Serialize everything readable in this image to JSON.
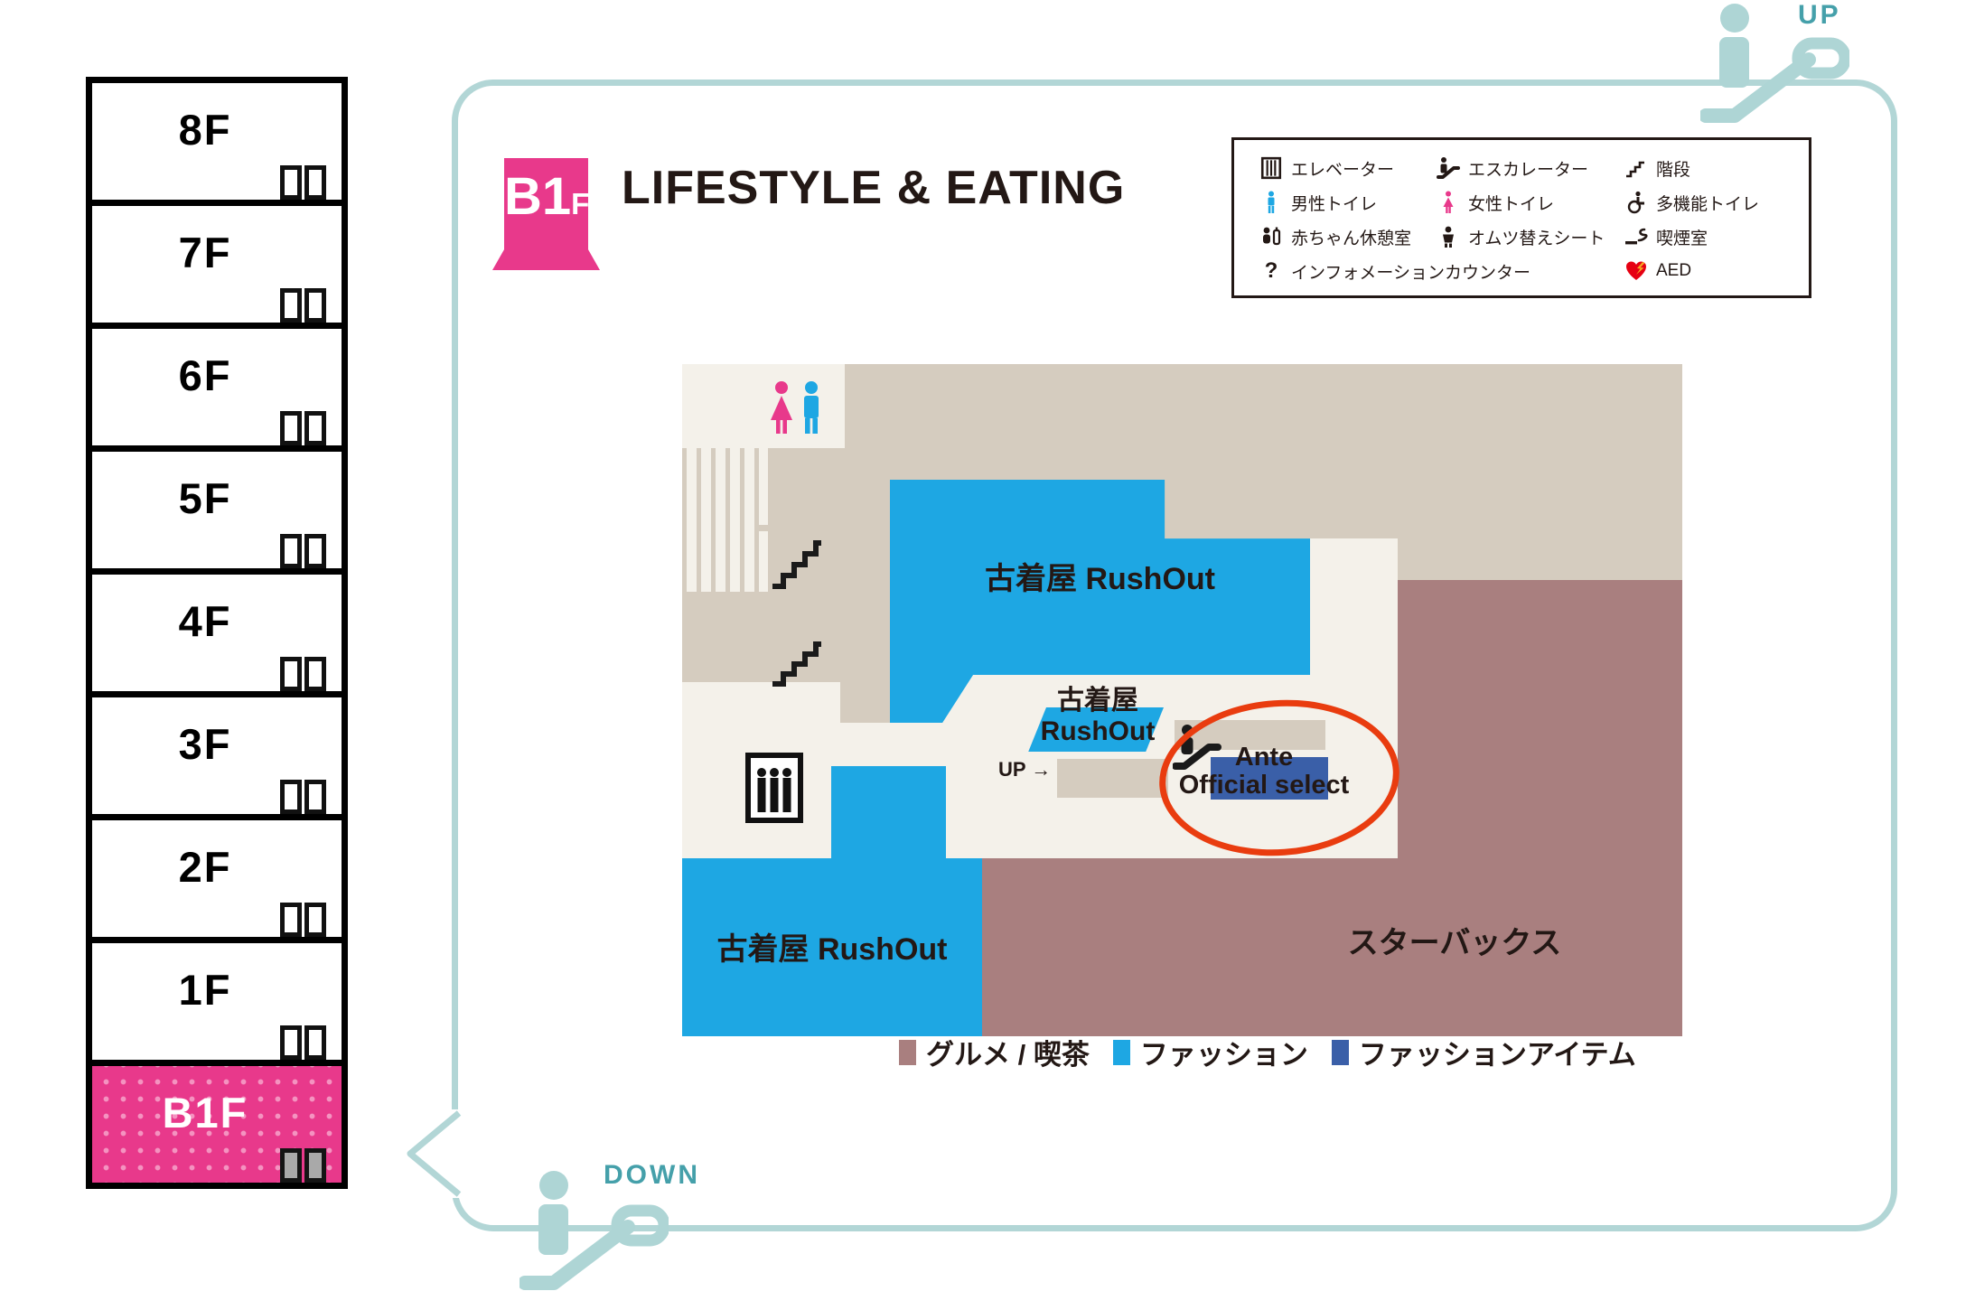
{
  "floor_selector": {
    "floors": [
      {
        "label": "8F",
        "active": false
      },
      {
        "label": "7F",
        "active": false
      },
      {
        "label": "6F",
        "active": false
      },
      {
        "label": "5F",
        "active": false
      },
      {
        "label": "4F",
        "active": false
      },
      {
        "label": "3F",
        "active": false
      },
      {
        "label": "2F",
        "active": false
      },
      {
        "label": "1F",
        "active": false
      },
      {
        "label": "B1F",
        "active": true
      }
    ]
  },
  "header": {
    "badge_main": "B1",
    "badge_sub": "F",
    "title": "LIFESTYLE & EATING"
  },
  "facility_legend": {
    "items": [
      {
        "icon": "elevator-icon",
        "label": "エレベーター"
      },
      {
        "icon": "escalator-icon",
        "label": "エスカレーター"
      },
      {
        "icon": "stairs-icon",
        "label": "階段"
      },
      {
        "icon": "men-toilet-icon",
        "label": "男性トイレ"
      },
      {
        "icon": "women-toilet-icon",
        "label": "女性トイレ"
      },
      {
        "icon": "accessible-toilet-icon",
        "label": "多機能トイレ"
      },
      {
        "icon": "baby-room-icon",
        "label": "赤ちゃん休憩室"
      },
      {
        "icon": "diaper-sheet-icon",
        "label": "オムツ替えシート"
      },
      {
        "icon": "smoking-room-icon",
        "label": "喫煙室"
      },
      {
        "icon": "information-counter-icon",
        "label": "インフォメーションカウンター"
      },
      {
        "icon": "aed-icon",
        "label": "AED"
      }
    ]
  },
  "map": {
    "shops": {
      "rushout_large": {
        "name": "古着屋 RushOut",
        "category": "ファッション"
      },
      "rushout_small": {
        "line1": "古着屋",
        "line2": "RushOut",
        "category": "ファッション"
      },
      "rushout_bottom": {
        "name": "古着屋 RushOut",
        "category": "ファッション"
      },
      "ante": {
        "line1": "Ante",
        "line2": "Official select",
        "category": "ファッションアイテム"
      },
      "starbucks": {
        "name": "スターバックス",
        "category": "グルメ / 喫茶"
      }
    },
    "up_arrow_label": "UP →"
  },
  "category_legend": {
    "items": [
      {
        "label": "グルメ / 喫茶",
        "color": "#a97f7f"
      },
      {
        "label": "ファッション",
        "color": "#1ea7e3"
      },
      {
        "label": "ファッションアイテム",
        "color": "#3a5fa8"
      }
    ]
  },
  "escalator_badges": {
    "up": "UP",
    "down": "DOWN"
  },
  "colors": {
    "floor_active_pink": "#e8398b",
    "fashion_blue": "#1ea7e3",
    "fashion_item_blue": "#3a5fa8",
    "gourmet_mauve": "#a97f7f",
    "map_beige": "#d5ccbf",
    "corridor_white": "#f4f1ea",
    "panel_teal_border": "#b2d6d6",
    "escalator_teal_text": "#45a0aa",
    "highlight_red": "#e93c0f"
  }
}
